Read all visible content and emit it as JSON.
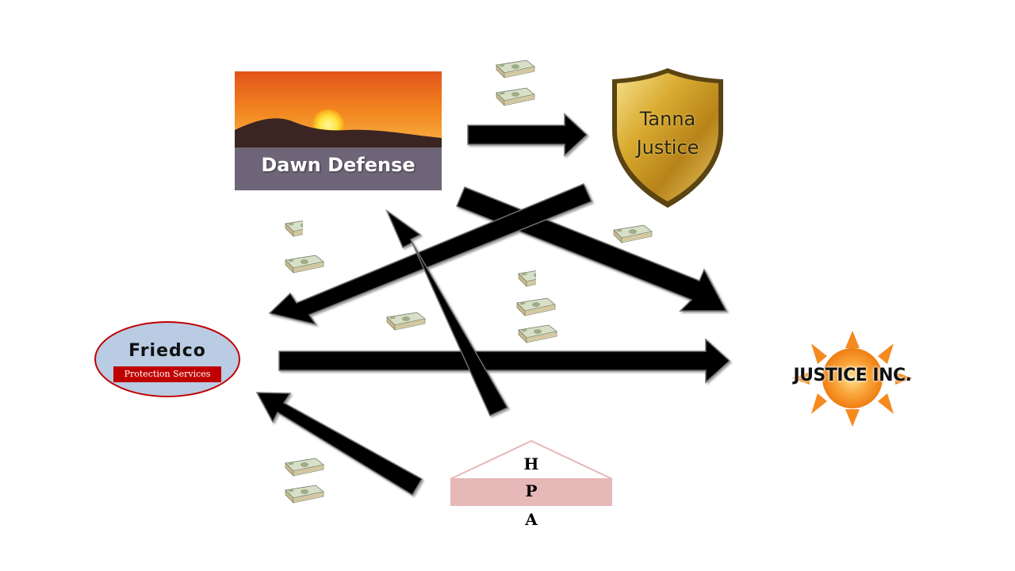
{
  "entities": {
    "dawn_defense": {
      "label": "Dawn Defense"
    },
    "tanna_justice": {
      "line1": "Tanna",
      "line2": "Justice"
    },
    "friedco": {
      "name": "Friedco",
      "subtitle": "Protection Services"
    },
    "justice_inc": {
      "label": "JUSTICE INC."
    },
    "hpa": {
      "h": "H",
      "p": "P",
      "a": "A"
    }
  },
  "icons": {
    "money": "cash-stack-icon",
    "shield": "shield-icon",
    "sun": "sun-icon"
  },
  "colors": {
    "arrow": "#000000",
    "friedco_fill": "#b9cce4",
    "friedco_border": "#c00000",
    "friedco_badge": "#c00000",
    "hpa_fill": "#e6b8b7",
    "sun_orange": "#f58a1f",
    "shield_gold": "#d4a92c",
    "dawn_sky": "#f07a1e",
    "dawn_band": "#6e6678"
  }
}
